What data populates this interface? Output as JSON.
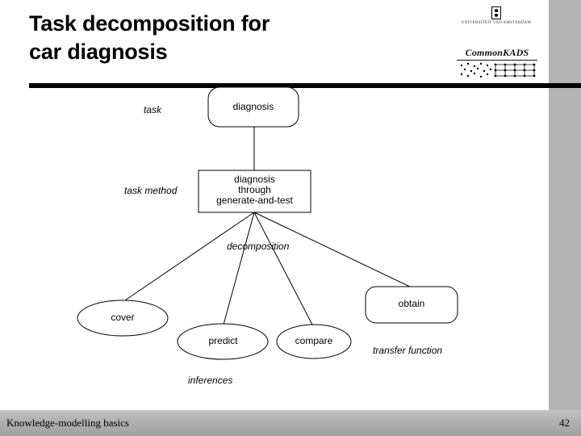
{
  "slide": {
    "title_line1": "Task decomposition for",
    "title_line2": "car diagnosis",
    "background_color": "#ffffff",
    "rule_color": "#000000",
    "right_band_color": "#b4b4b4"
  },
  "logos": {
    "university_name": "UNIVERSITEIT VAN AMSTERDAM",
    "method_name": "CommonKADS"
  },
  "diagram": {
    "type": "task-decomposition-tree",
    "nodes": [
      {
        "id": "diagnosis",
        "label": "diagnosis",
        "shape": "rounded-rect"
      },
      {
        "id": "method",
        "label": "diagnosis\nthrough\ngenerate-and-test",
        "shape": "rect"
      },
      {
        "id": "cover",
        "label": "cover",
        "shape": "ellipse"
      },
      {
        "id": "predict",
        "label": "predict",
        "shape": "ellipse"
      },
      {
        "id": "compare",
        "label": "compare",
        "shape": "ellipse"
      },
      {
        "id": "obtain",
        "label": "obtain",
        "shape": "rounded-rect"
      }
    ],
    "node_labels": {
      "diagnosis": "diagnosis",
      "method_line1": "diagnosis",
      "method_line2": "through",
      "method_line3": "generate-and-test",
      "cover": "cover",
      "predict": "predict",
      "compare": "compare",
      "obtain": "obtain"
    },
    "annotations": {
      "task": "task",
      "task_method": "task method",
      "decomposition": "decomposition",
      "inferences": "inferences",
      "transfer_function": "transfer function"
    },
    "edges": [
      {
        "from": "diagnosis",
        "to": "method"
      },
      {
        "from": "method",
        "to": "cover"
      },
      {
        "from": "method",
        "to": "predict"
      },
      {
        "from": "method",
        "to": "compare"
      },
      {
        "from": "method",
        "to": "obtain"
      }
    ]
  },
  "footer": {
    "text": "Knowledge-modelling basics",
    "page_number": "42"
  }
}
